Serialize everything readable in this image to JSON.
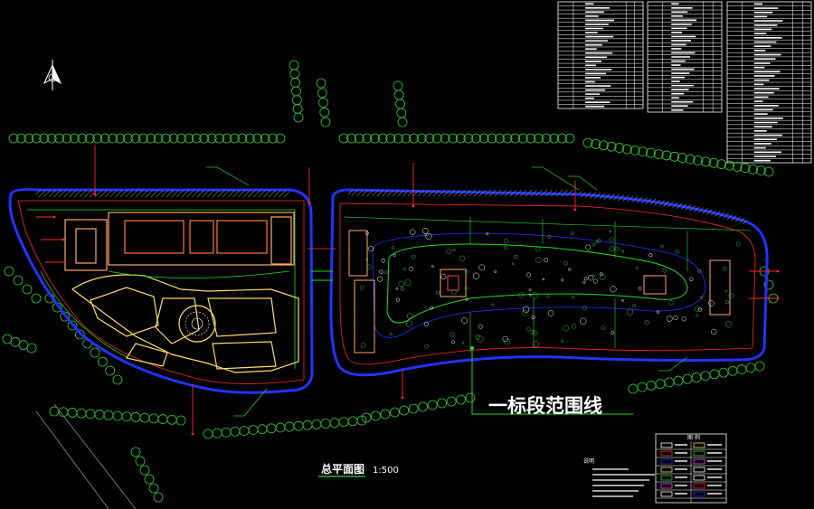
{
  "drawing": {
    "boundary_label": "一标段范围线",
    "plan_title": "总平面图",
    "plan_scale": "1:500",
    "notes_heading": "说明",
    "legend_heading": "图 例"
  },
  "colors": {
    "background": "#000000",
    "site_blue": "#2233ff",
    "road_red": "#ff2a2a",
    "green_line": "#22dd22",
    "building_orange": "#ffaa66",
    "building_yellow": "#ffdd66",
    "tree_green": "#33cc33",
    "hatch_gray": "#9a9a9a",
    "white": "#ffffff",
    "magenta": "#ff44ff"
  },
  "icons": {
    "north_arrow": "north-arrow-icon",
    "legend": "legend-symbols"
  }
}
